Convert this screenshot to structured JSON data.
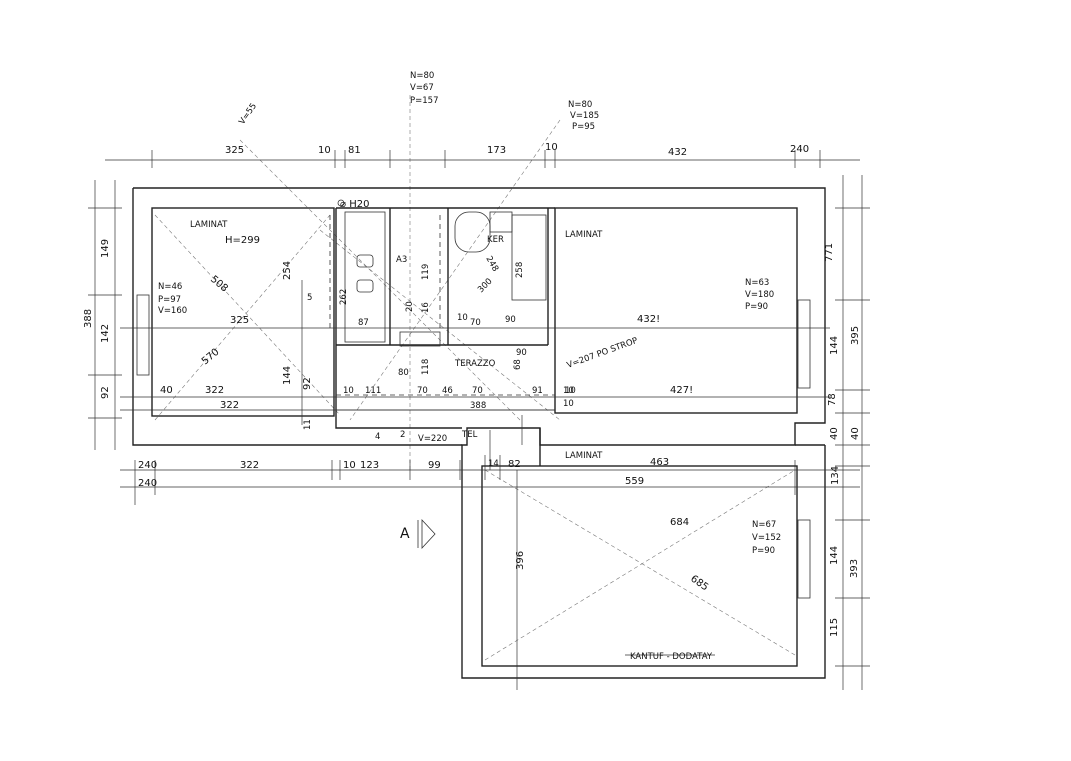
{
  "top_dims": {
    "d1": "325",
    "d2": "10",
    "d3": "81",
    "d4": "173",
    "d5": "10",
    "d6": "432",
    "d7": "240"
  },
  "bottom_dims": {
    "d1": "240",
    "d2": "322",
    "d3": "10",
    "d4": "123",
    "d5": "99",
    "d6": "14",
    "d7": "82",
    "d8": "463",
    "d9": "559",
    "d10": "240"
  },
  "left_dims": {
    "d1": "149",
    "d2": "388",
    "d3": "142",
    "d4": "92"
  },
  "right_dims": {
    "d1": "771",
    "d2": "395",
    "d3": "144",
    "d4": "78",
    "d5": "40",
    "d6": "40",
    "d7": "134",
    "d8": "144",
    "d9": "393",
    "d10": "115"
  },
  "sight_lines": {
    "a": "V=55",
    "b1": "N=80",
    "b2": "V=67",
    "b3": "P=157",
    "c1": "N=80",
    "c2": "V=185",
    "c3": "P=95"
  },
  "room_left": {
    "floor": "LAMINAT",
    "height": "H=299",
    "n": "N=46",
    "p": "P=97",
    "v": "V=160",
    "diag1": "508",
    "diag2": "570",
    "w1": "325",
    "w2": "322",
    "w3": "322",
    "h1": "254",
    "h2": "92",
    "h3": "144",
    "h4": "40"
  },
  "room_right": {
    "floor": "LAMINAT",
    "n": "N=63",
    "v": "V=180",
    "p": "P=90",
    "w1": "432!",
    "w2": "427!",
    "w3": "10",
    "w4": "10"
  },
  "room_bottom": {
    "floor": "LAMINAT",
    "n": "N=67",
    "v": "V=152",
    "p": "P=90",
    "diag1": "684",
    "diag2": "685",
    "h1": "396",
    "skirting": "KANTUF - DODATAY"
  },
  "core": {
    "heater": "⌀ H20",
    "kitchen_label": "A3",
    "bath_label": "KER",
    "d_262": "262",
    "d_87": "87",
    "d_119": "119",
    "d_20": "20",
    "d_16": "16",
    "d_248": "248",
    "d_258": "258",
    "d_300": "300",
    "d_70": "70",
    "d_90": "90",
    "d_10": "10",
    "d_5": "5",
    "hall_floor": "TERAZZO",
    "hall_note": "V=207 PO STROP",
    "hall_118": "118",
    "hall_68": "68",
    "hall_w1": "10",
    "hall_w2": "111",
    "hall_w3": "70",
    "hall_w4": "46",
    "hall_w5": "70",
    "hall_w6": "91",
    "hall_w7": "388",
    "hall_w8": "10",
    "hall_w9": "80",
    "hall_w10": "90",
    "tel": "TEL",
    "v220": "V=220",
    "h4": "4",
    "h2": "2",
    "h11": "11"
  },
  "north_arrow": "A"
}
